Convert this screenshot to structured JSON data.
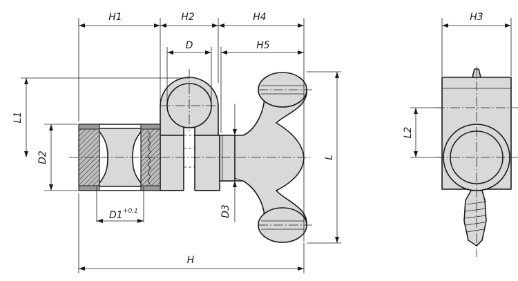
{
  "drawing": {
    "labels": {
      "H1": "H1",
      "H2": "H2",
      "H4": "H4",
      "D": "D",
      "H5": "H5",
      "H3": "H3",
      "L1": "L1",
      "L2": "L2",
      "D2": "D2",
      "D3": "D3",
      "L": "L",
      "H": "H",
      "D1": "D1",
      "D1_tolerance": "+0,1"
    }
  }
}
